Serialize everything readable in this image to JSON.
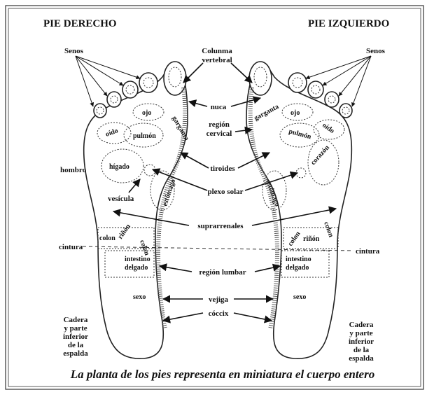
{
  "headings": {
    "right_foot": "PIE DERECHO",
    "left_foot": "PIE IZQUIERDO"
  },
  "caption": "La planta de los pies representa en miniatura el cuerpo entero",
  "center_labels": {
    "columna_1": "Colunma",
    "columna_2": "vertebral",
    "nuca": "nuca",
    "region_cervical_1": "región",
    "region_cervical_2": "cervical",
    "tiroides": "tiroides",
    "plexo_solar": "plexo solar",
    "suprarrenales": "suprarrenales",
    "region_lumbar": "región lumbar",
    "vejiga": "vejiga",
    "coccix": "cóccix"
  },
  "side_labels": {
    "senos_right": "Senos",
    "senos_left": "Senos",
    "hombro": "hombro",
    "vesicula": "vesícula",
    "cintura_right": "cintura",
    "cintura_left": "cintura",
    "cadera_right": [
      "Cadera",
      "y parte",
      "inferior",
      "de la",
      "espalda"
    ],
    "cadera_left": [
      "Cadera",
      "y parte",
      "inferior",
      "de la",
      "espalda"
    ]
  },
  "right_foot_zones": {
    "ojo": "ojo",
    "garganta": "garganta",
    "oido": "oído",
    "pulmon": "pulmón",
    "higado": "hígado",
    "estomago": "estómago",
    "rinon": "riñón",
    "colon_1": "colon",
    "colon_2": "colon",
    "intestino_1": "intestino",
    "intestino_2": "delgado",
    "sexo": "sexo"
  },
  "left_foot_zones": {
    "garganta": "garganta",
    "ojo": "ojo",
    "oido": "oído",
    "pulmon": "pulmón",
    "corazon": "corazón",
    "estomago": "estómago",
    "colon_1": "colon",
    "colon_2": "colon",
    "rinon": "riñón",
    "intestino_1": "intestino",
    "intestino_2": "delgado",
    "sexo": "sexo"
  }
}
